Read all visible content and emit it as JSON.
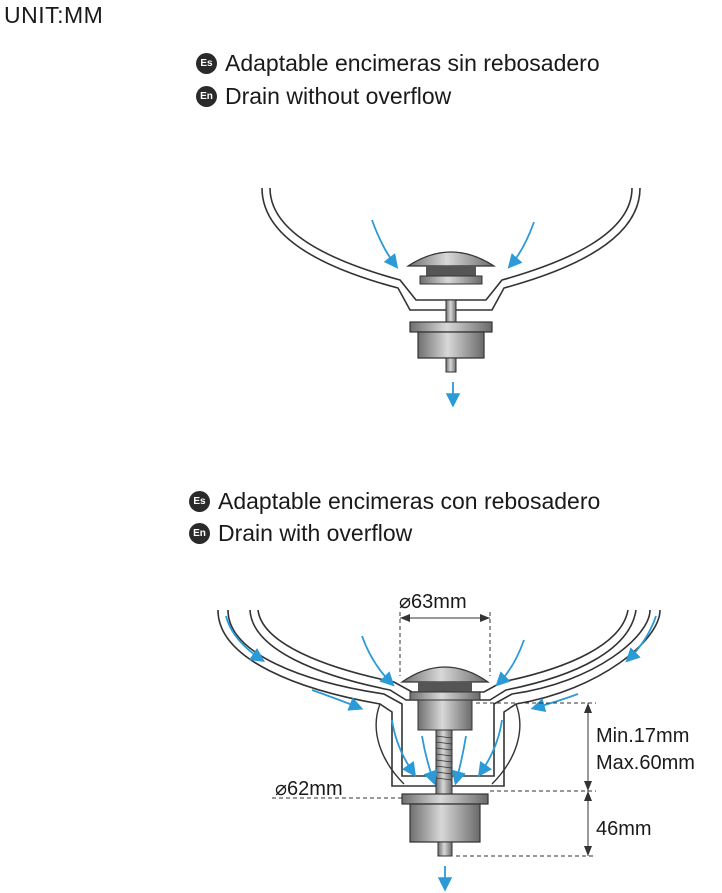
{
  "unit_label": "UNIT:MM",
  "section1": {
    "es_badge": "Es",
    "en_badge": "En",
    "es_text": "Adaptable encimeras sin rebosadero",
    "en_text": "Drain without overflow"
  },
  "section2": {
    "es_badge": "Es",
    "en_badge": "En",
    "es_text": "Adaptable encimeras con rebosadero",
    "en_text": "Drain with overflow"
  },
  "dimensions": {
    "cap_diameter": "63mm",
    "body_diameter": "62mm",
    "min_thickness": "Min.17mm",
    "max_thickness": "Max.60mm",
    "body_height": "46mm"
  },
  "colors": {
    "flow_arrow": "#2b9ad6",
    "line": "#333333",
    "metal": "#9a9a9a"
  }
}
